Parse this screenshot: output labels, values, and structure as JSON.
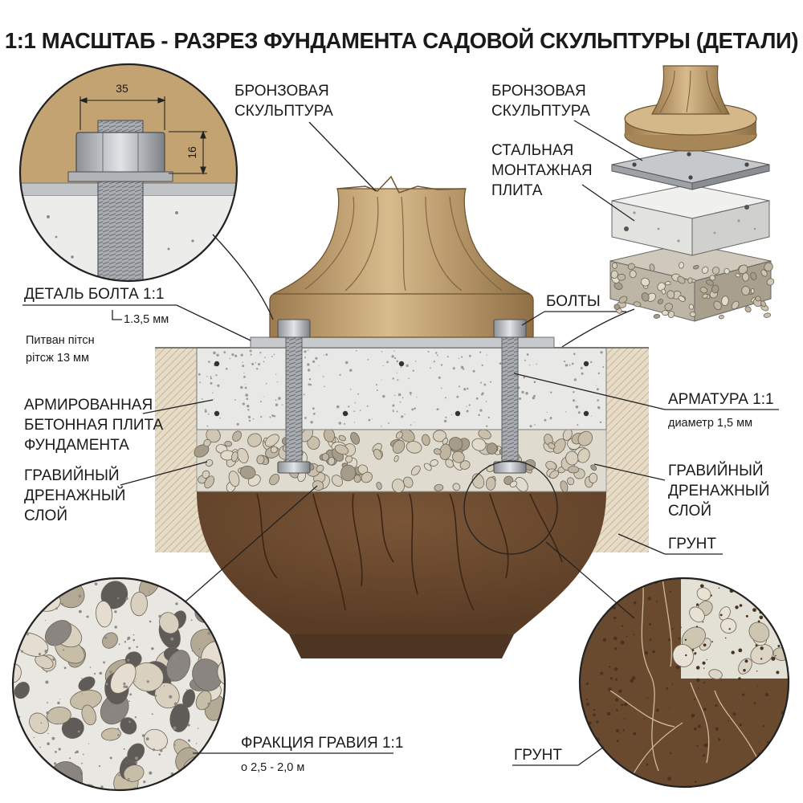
{
  "title": "1:1 МАСШТАБ - РАЗРЕЗ ФУНДАМЕНТА САДОВОЙ СКУЛЬПТУРЫ (ДЕТАЛИ)",
  "bolt_detail": {
    "dim_width": "35",
    "dim_height": "16",
    "label": "ДЕТАЛЬ БОЛТА 1:1",
    "pitch_value": "1.3,5 мм",
    "pitch_note_1": "Питван пітсн",
    "pitch_note_2": "рітсж 13 мм"
  },
  "labels": {
    "sculpture_1": "БРОНЗОВАЯ",
    "sculpture_2": "СКУЛЬПТУРА",
    "slab_1": "АРМИРОВАННАЯ",
    "slab_2": "БЕТОННАЯ ПЛИТА",
    "slab_3": "ФУНДАМЕНТА",
    "gravel_left_1": "ГРАВИЙНЫЙ",
    "gravel_left_2": "ДРЕНАЖНЫЙ",
    "gravel_left_3": "СЛОЙ",
    "bolts": "БОЛТЫ",
    "rebar": "АРМАТУРА 1:1",
    "rebar_dia": "диаметр 1,5 мм",
    "gravel_right_1": "ГРАВИЙНЫЙ",
    "gravel_right_2": "ДРЕНАЖНЫЙ",
    "gravel_right_3": "СЛОЙ",
    "soil_right": "ГРУНТ",
    "gravel_fraction": "ФРАКЦИЯ ГРАВИЯ 1:1",
    "gravel_size": "о 2,5 - 2,0 м",
    "soil_detail": "ГРУНТ"
  },
  "exploded": {
    "sculpture_1": "БРОНЗОВАЯ",
    "sculpture_2": "СКУЛЬПТУРА",
    "plate_1": "СТАЛЬНАЯ",
    "plate_2": "МОНТАЖНАЯ",
    "plate_3": "ПЛИТА"
  },
  "colors": {
    "bronze": "#c9a877",
    "bronze_dark": "#8c6d43",
    "concrete": "#e6e6e4",
    "gravel_bg": "#ddd8cc",
    "soil": "#6b4a30",
    "soil_hatch": "#e3d8c4",
    "steel": "#b8bcc0"
  }
}
